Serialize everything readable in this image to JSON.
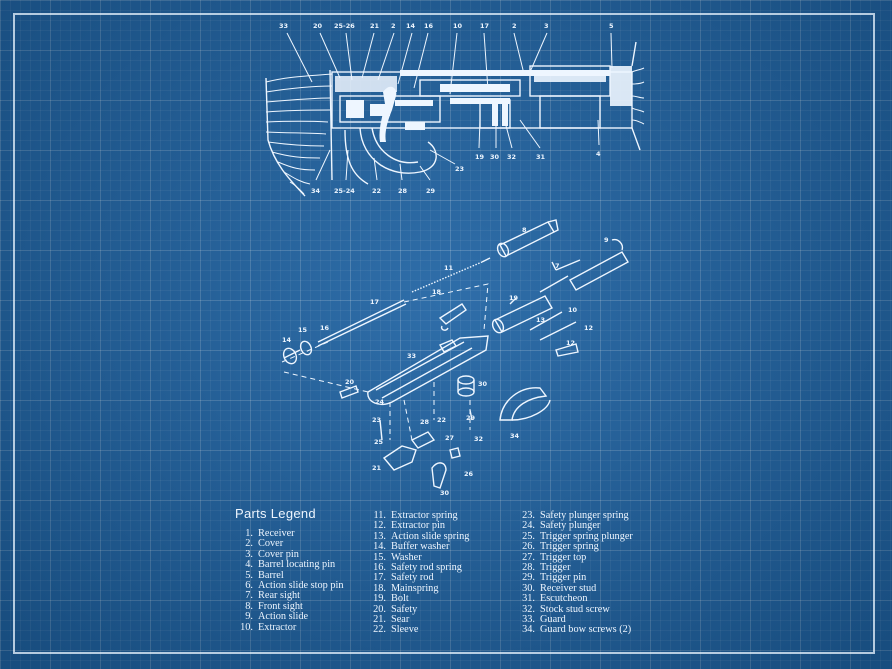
{
  "legend": {
    "title": "Parts Legend",
    "columns": [
      [
        {
          "num": "1.",
          "name": "Receiver"
        },
        {
          "num": "2.",
          "name": "Cover"
        },
        {
          "num": "3.",
          "name": "Cover pin"
        },
        {
          "num": "4.",
          "name": "Barrel locating pin"
        },
        {
          "num": "5.",
          "name": "Barrel"
        },
        {
          "num": "6.",
          "name": "Action slide stop pin"
        },
        {
          "num": "7.",
          "name": "Rear sight"
        },
        {
          "num": "8.",
          "name": "Front sight"
        },
        {
          "num": "9.",
          "name": "Action slide"
        },
        {
          "num": "10.",
          "name": "Extractor"
        }
      ],
      [
        {
          "num": "11.",
          "name": "Extractor spring"
        },
        {
          "num": "12.",
          "name": "Extractor pin"
        },
        {
          "num": "13.",
          "name": "Action slide spring"
        },
        {
          "num": "14.",
          "name": "Buffer washer"
        },
        {
          "num": "15.",
          "name": "Washer"
        },
        {
          "num": "16.",
          "name": "Safety rod spring"
        },
        {
          "num": "17.",
          "name": "Safety rod"
        },
        {
          "num": "18.",
          "name": "Mainspring"
        },
        {
          "num": "19.",
          "name": "Bolt"
        },
        {
          "num": "20.",
          "name": "Safety"
        },
        {
          "num": "21.",
          "name": "Sear"
        },
        {
          "num": "22.",
          "name": "Sleeve"
        }
      ],
      [
        {
          "num": "23.",
          "name": "Safety plunger spring"
        },
        {
          "num": "24.",
          "name": "Safety plunger"
        },
        {
          "num": "25.",
          "name": "Trigger spring plunger"
        },
        {
          "num": "26.",
          "name": "Trigger spring"
        },
        {
          "num": "27.",
          "name": "Trigger top"
        },
        {
          "num": "28.",
          "name": "Trigger"
        },
        {
          "num": "29.",
          "name": "Trigger pin"
        },
        {
          "num": "30.",
          "name": "Receiver stud"
        },
        {
          "num": "31.",
          "name": "Escutcheon"
        },
        {
          "num": "32.",
          "name": "Stock stud screw"
        },
        {
          "num": "33.",
          "name": "Guard"
        },
        {
          "num": "34.",
          "name": "Guard bow screws (2)"
        }
      ]
    ]
  },
  "section_callouts": [
    "33",
    "20",
    "25-26",
    "21",
    "2",
    "14",
    "16",
    "10",
    "17",
    "2",
    "3",
    "5",
    "34",
    "25-24",
    "22",
    "28",
    "29",
    "23",
    "19",
    "30",
    "32",
    "31",
    "4"
  ],
  "exploded_callouts": [
    "9",
    "8",
    "7",
    "11",
    "10",
    "12",
    "13",
    "17",
    "16",
    "15",
    "14",
    "19",
    "18",
    "33",
    "12",
    "20",
    "30",
    "24",
    "28",
    "23",
    "22",
    "25",
    "29",
    "27",
    "32",
    "34",
    "21",
    "26",
    "30"
  ],
  "colors": {
    "paper": "#1f63a3",
    "ink": "#eef6ff",
    "grid": "#6f9fcf"
  }
}
